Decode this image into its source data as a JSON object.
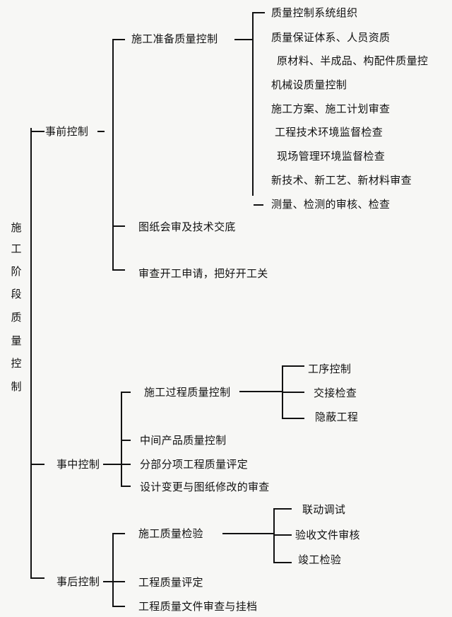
{
  "root": {
    "label": "施工阶段质量控制",
    "chars": [
      "施",
      "工",
      "阶",
      "段",
      "质",
      "量",
      "控",
      "制"
    ]
  },
  "pre": {
    "label": "事前控制",
    "prep": {
      "label": "施工准备质量控制",
      "items": [
        "质量控制系统组织",
        "质量保证体系、人员资质",
        "原材料、半成品、构配件质量控",
        "机械设质量控制",
        "施工方案、施工计划审查",
        "工程技术环境监督检查",
        "现场管理环境监督检查",
        "新技术、新工艺、新材料审查",
        "测量、检测的审核、检查"
      ]
    },
    "drawing": "图纸会审及技术交底",
    "start": "审查开工申请，把好开工关"
  },
  "mid": {
    "label": "事中控制",
    "process": {
      "label": "施工过程质量控制",
      "items": [
        "工序控制",
        "交接检查",
        "隐蔽工程"
      ]
    },
    "intermediate": "中间产品质量控制",
    "subdivision": "分部分项工程质量评定",
    "design_change": "设计变更与图纸修改的审查"
  },
  "post": {
    "label": "事后控制",
    "inspection": {
      "label": "施工质量检验",
      "items": [
        "联动调试",
        "验收文件审核",
        "竣工检验"
      ]
    },
    "evaluation": "工程质量评定",
    "archive": "工程质量文件审查与挂档"
  }
}
